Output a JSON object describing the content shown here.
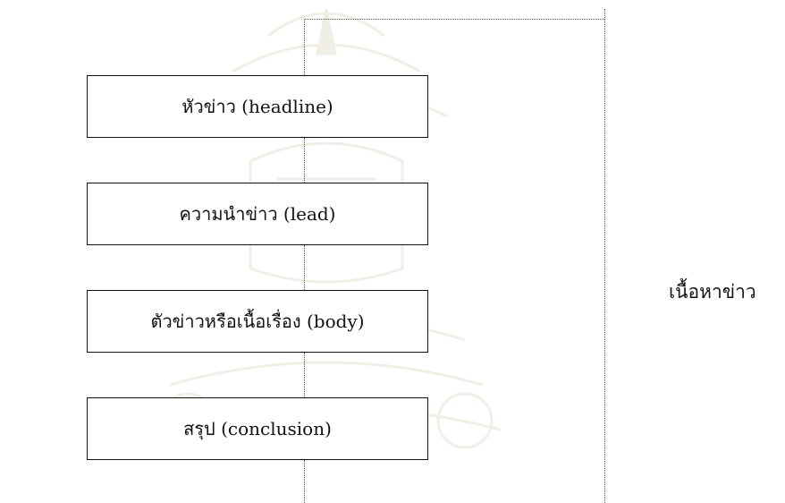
{
  "diagram": {
    "boxes": [
      {
        "label": "หัวข่าว (headline)"
      },
      {
        "label": "ความนำข่าว (lead)"
      },
      {
        "label": "ตัวข่าวหรือเนื้อเรื่อง (body)"
      },
      {
        "label": "สรุป (conclusion)"
      }
    ],
    "bracket_label": "เนื้อหาข่าว"
  },
  "colors": {
    "box_border": "#111111",
    "dotted_line": "#555555",
    "background": "#ffffff"
  }
}
